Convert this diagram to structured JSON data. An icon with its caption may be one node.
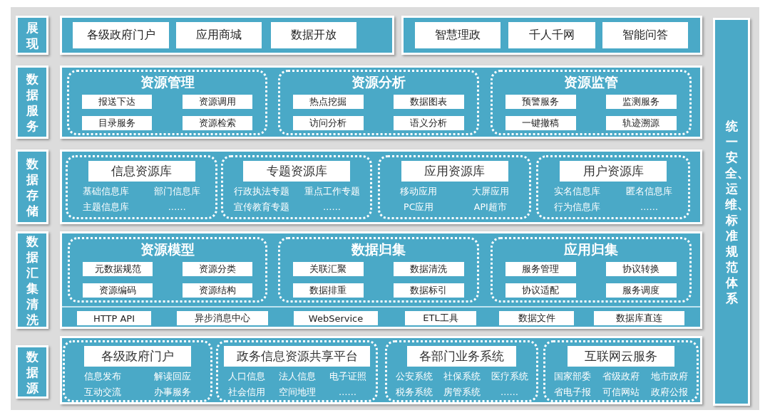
{
  "diagram": {
    "nodes": [
      {
        "text": [
          "展现"
        ]
      },
      {
        "text": [],
        "shape": "box"
      },
      {
        "text": [
          "各级政府门户"
        ],
        "in": 1
      },
      {
        "text": [
          "应用商城"
        ],
        "in": 1
      },
      {
        "text": [
          "数据开放"
        ],
        "in": 1
      },
      {
        "text": [],
        "shape": "box"
      },
      {
        "text": [
          "智慧理政"
        ],
        "in": 5
      },
      {
        "text": [
          "千人千网"
        ],
        "in": 5
      },
      {
        "text": [
          "智能问答"
        ],
        "in": 5
      },
      {
        "text": [
          "数据服务"
        ]
      },
      {
        "text": [],
        "shape": "box"
      },
      {
        "text": [
          "资源管理"
        ],
        "in": 10
      },
      {
        "text": [
          "报送下达"
        ],
        "in": 11
      },
      {
        "text": [
          "资源调用"
        ],
        "in": 11
      },
      {
        "text": [
          "目录服务"
        ],
        "in": 11
      },
      {
        "text": [
          "资源检索"
        ],
        "in": 11
      },
      {
        "text": [
          "资源分析"
        ],
        "in": 10
      },
      {
        "text": [
          "热点挖掘"
        ],
        "in": 16
      },
      {
        "text": [
          "数据图表"
        ],
        "in": 16
      },
      {
        "text": [
          "访问分析"
        ],
        "in": 16
      },
      {
        "text": [
          "语义分析"
        ],
        "in": 16
      },
      {
        "text": [
          "资源监管"
        ],
        "in": 10
      },
      {
        "text": [
          "预警服务"
        ],
        "in": 21
      },
      {
        "text": [
          "监测服务"
        ],
        "in": 21
      },
      {
        "text": [
          "一键撤稿"
        ],
        "in": 21
      },
      {
        "text": [
          "轨迹溯源"
        ],
        "in": 21
      },
      {
        "text": [
          "数据存储"
        ]
      },
      {
        "text": [],
        "shape": "box"
      },
      {
        "text": [
          "信息资源库",
          "基础信息库",
          "部门信息库",
          "主题信息库",
          "……"
        ],
        "in": 27
      },
      {
        "text": [
          "专题资源库",
          "行政执法专题",
          "重点工作专题",
          "宣传教育专题",
          "……"
        ],
        "in": 27
      },
      {
        "text": [
          "应用资源库",
          "移动应用",
          "大屏应用",
          "PC应用",
          "API超市"
        ],
        "in": 27
      },
      {
        "text": [
          "用户资源库",
          "实名信息库",
          "匿名信息库",
          "行为信息库",
          "……"
        ],
        "in": 27
      },
      {
        "text": [
          "数据汇集清洗"
        ]
      },
      {
        "text": [],
        "shape": "box"
      },
      {
        "text": [
          "资源模型"
        ],
        "in": 33
      },
      {
        "text": [
          "元数据规范"
        ],
        "in": 34
      },
      {
        "text": [
          "资源分类"
        ],
        "in": 34
      },
      {
        "text": [
          "资源编码"
        ],
        "in": 34
      },
      {
        "text": [
          "资源结构"
        ],
        "in": 34
      },
      {
        "text": [
          "数据归集"
        ],
        "in": 33
      },
      {
        "text": [
          "关联汇聚"
        ],
        "in": 39
      },
      {
        "text": [
          "数据清洗"
        ],
        "in": 39
      },
      {
        "text": [
          "数据排重"
        ],
        "in": 39
      },
      {
        "text": [
          "数据标引"
        ],
        "in": 39
      },
      {
        "text": [
          "应用归集"
        ],
        "in": 33
      },
      {
        "text": [
          "服务管理"
        ],
        "in": 44
      },
      {
        "text": [
          "协议转换"
        ],
        "in": 44
      },
      {
        "text": [
          "协议适配"
        ],
        "in": 44
      },
      {
        "text": [
          "服务调度"
        ],
        "in": 44
      },
      {
        "text": [
          "HTTP API"
        ],
        "in": 33
      },
      {
        "text": [
          "异步消息中心"
        ],
        "in": 33
      },
      {
        "text": [
          "WebService"
        ],
        "in": 33
      },
      {
        "text": [
          "ETL工具"
        ],
        "in": 33
      },
      {
        "text": [
          "数据文件"
        ],
        "in": 33
      },
      {
        "text": [
          "数据库直连"
        ],
        "in": 33
      },
      {
        "text": [
          "数据源"
        ]
      },
      {
        "text": [],
        "shape": "box"
      },
      {
        "text": [
          "各级政府门户",
          "信息发布",
          "解读回应",
          "互动交流",
          "办事服务"
        ],
        "in": 56
      },
      {
        "text": [
          "政务信息资源共享平台",
          "人口信息",
          "法人信息",
          "电子证照",
          "社会信用",
          "空间地理",
          "……"
        ],
        "in": 56
      },
      {
        "text": [
          "各部门业务系统",
          "公安系统",
          "社保系统",
          "医疗系统",
          "税务系统",
          "房管系统",
          "……"
        ],
        "in": 56
      },
      {
        "text": [
          "互联网云服务",
          "国家部委",
          "省级政府",
          "地市政府",
          "省电子报",
          "可信网站",
          "政府公报"
        ],
        "in": 56
      },
      {
        "text": [
          "统一安全、运维、标准规范体系"
        ]
      }
    ]
  }
}
